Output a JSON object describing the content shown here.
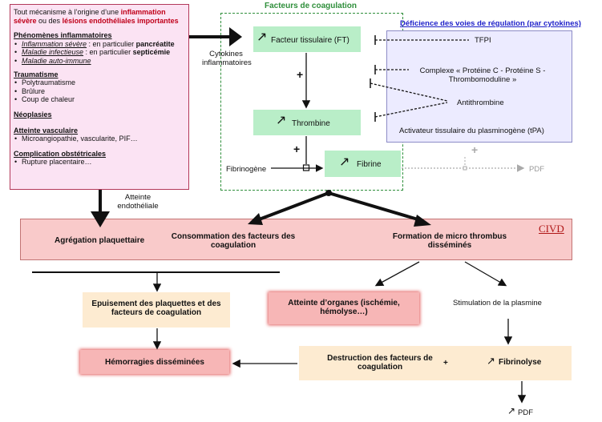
{
  "cause": {
    "intro_1": "Tout mécanisme à l’origine d’une ",
    "intro_red_1": "inflammation",
    "intro_red_2": "sévère",
    "intro_2": " ou des ",
    "intro_red_3": "lésions endothéliales importantes",
    "sec_inflam": "Phénomènes inflammatoires",
    "inflam_1_it": "Inflammation sévère",
    "inflam_1_rest": " : en particulier ",
    "inflam_1_bold": "pancréatite",
    "inflam_2_it": "Maladie infectieuse",
    "inflam_2_rest": " : en particulier ",
    "inflam_2_bold": "septicémie",
    "inflam_3_it": "Maladie auto-immune",
    "sec_trauma": "Traumatisme",
    "trauma_items": [
      "Polytraumatisme",
      "Brûlure",
      "Coup de chaleur"
    ],
    "sec_neo": "Néoplasies",
    "sec_vasc": "Atteinte vasculaire",
    "vasc_items": [
      "Microangiopathie, vascularite, PIF…"
    ],
    "sec_obst": "Complication obstétricales",
    "obst_items": [
      "Rupture placentaire…"
    ]
  },
  "labels": {
    "cytokines": "Cytokines\ninflammatoires",
    "atteinte": "Atteinte\nendothéliale",
    "coag_title": "Facteurs de coagulation",
    "def_title": "Déficience des voies de régulation (par cytokines)",
    "ft": "Facteur tissulaire (FT)",
    "thrombine": "Thrombine",
    "fibrine": "Fibrine",
    "fibrinogene": "Fibrinogène",
    "plus": "+",
    "arrow_up": "↗",
    "pdf": "PDF",
    "tfpi": "TFPI",
    "complexe": "Complexe « Protéine C - Protéine S -\nThrombomoduline »",
    "antithrombine": "Antithrombine",
    "activateur": "Activateur tissulaire du plasminogène (tPA)"
  },
  "civd": {
    "tag": "CIVD",
    "agregation": "Agrégation plaquettaire",
    "consommation": "Consommation des facteurs des\ncoagulation",
    "formation": "Formation de micro thrombus\ndisséminés"
  },
  "bottom": {
    "epuisement": "Epuisement des plaquettes et des\nfacteurs de coagulation",
    "hemorragies": "Hémorragies disséminées",
    "atteinte_org": "Atteinte d’organes (ischémie,\nhémolyse…)",
    "stimulation": "Stimulation de la plasmine",
    "destruction": "Destruction des facteurs de\ncoagulation",
    "plus": "+",
    "fibrinolyse": "Fibrinolyse",
    "pdf": "PDF"
  },
  "colors": {
    "green": "#2f8f3b",
    "blue_title": "#1d1fc9",
    "red": "#c0001a",
    "civd": "#f9caca"
  }
}
